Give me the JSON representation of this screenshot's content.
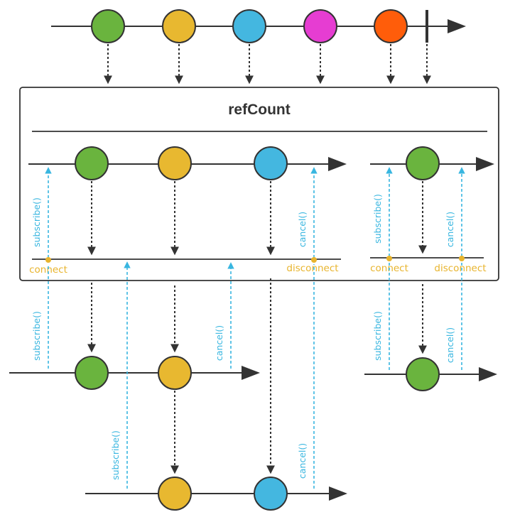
{
  "title": "refCount",
  "labels": {
    "subscribe": "subscribe()",
    "cancel": "cancel()",
    "connect": "connect",
    "disconnect": "disconnect"
  },
  "colors": {
    "green": "#6ab43e",
    "yellow": "#e8b830",
    "blue": "#44b7e0",
    "magenta": "#e63dd2",
    "orange": "#ff5d0a",
    "cyan": "#38b6e0",
    "label_orange": "#e8b42d",
    "stroke": "#333333"
  },
  "source": {
    "items": [
      "green",
      "yellow",
      "blue",
      "magenta",
      "orange"
    ],
    "completed": true
  },
  "first_connection": {
    "items": [
      "green",
      "yellow",
      "blue"
    ]
  },
  "second_connection": {
    "items": [
      "green"
    ]
  },
  "subscriber_a": {
    "items": [
      "green",
      "yellow"
    ]
  },
  "subscriber_b": {
    "items": [
      "yellow",
      "blue"
    ]
  },
  "subscriber_c": {
    "items": [
      "green"
    ]
  }
}
